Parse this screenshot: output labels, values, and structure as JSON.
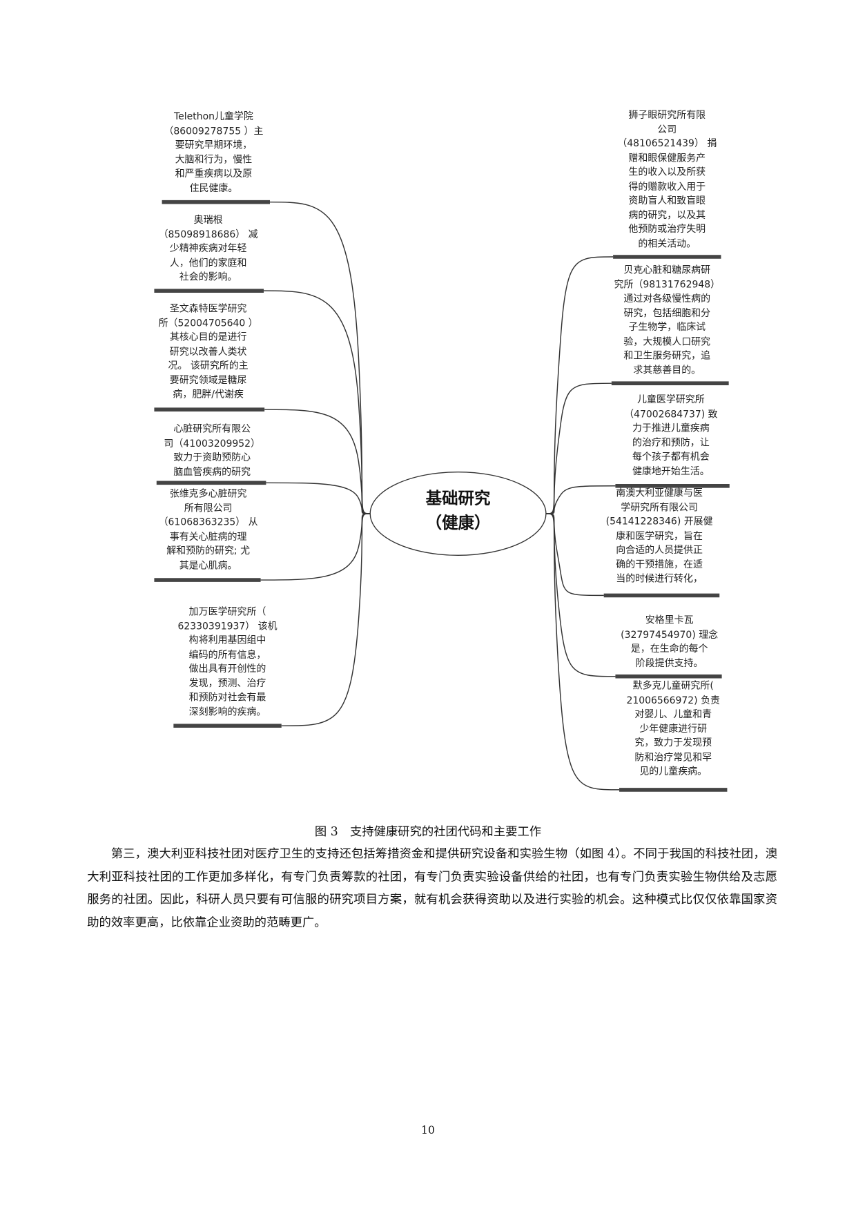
{
  "diagram": {
    "center": {
      "line1": "基础研究",
      "line2": "（健康）"
    },
    "left_nodes": [
      {
        "lines": [
          "Telethon儿童学院",
          "（86009278755 ）主",
          "要研究早期环境，",
          "大脑和行为，慢性",
          "和严重疾病以及原",
          "住民健康。"
        ]
      },
      {
        "lines": [
          "奥瑞根",
          "（85098918686） 减",
          "少精神疾病对年轻",
          "人，他们的家庭和",
          "社会的影响。"
        ]
      },
      {
        "lines": [
          "圣文森特医学研究",
          "所（52004705640 ）",
          "其核心目的是进行",
          "研究以改善人类状",
          "况。 该研究所的主",
          "要研究领域是糖尿",
          "病，肥胖/代谢疾"
        ]
      },
      {
        "lines": [
          "心脏研究所有限公",
          "司（41003209952）",
          "致力于资助预防心",
          "脑血管疾病的研究"
        ]
      },
      {
        "lines": [
          "张维克多心脏研究",
          "所有限公司",
          "（61068363235） 从",
          "事有关心脏病的理",
          "解和预防的研究; 尤",
          "其是心肌病。"
        ]
      },
      {
        "lines": [
          "加万医学研究所（",
          "62330391937） 该机",
          "构将利用基因组中",
          "编码的所有信息，",
          "做出具有开创性的",
          "发现，预测、治疗",
          "和预防对社会有最",
          "深刻影响的疾病。"
        ]
      }
    ],
    "right_nodes": [
      {
        "lines": [
          "狮子眼研究所有限",
          "公司",
          "（48106521439） 捐",
          "赠和眼保健服务产",
          "生的收入以及所获",
          "得的赠款收入用于",
          "资助盲人和致盲眼",
          "病的研究，以及其",
          "他预防或治疗失明",
          "的相关活动。"
        ]
      },
      {
        "lines": [
          "贝克心脏和糖尿病研",
          "究所（98131762948）",
          "通过对各级慢性病的",
          "研究，包括细胞和分",
          "子生物学，临床试",
          "验，大规模人口研究",
          "和卫生服务研究，追",
          "求其慈善目的。"
        ]
      },
      {
        "lines": [
          "儿童医学研究所",
          "（47002684737) 致",
          "力于推进儿童疾病",
          "的治疗和预防，让",
          "每个孩子都有机会",
          "健康地开始生活。"
        ]
      },
      {
        "lines": [
          "南澳大利亚健康与医",
          "学研究所有限公司",
          "(54141228346) 开展健",
          "康和医学研究，旨在",
          "向合适的人员提供正",
          "确的干预措施，在适",
          "当的时候进行转化，"
        ]
      },
      {
        "lines": [
          "安格里卡瓦",
          "(32797454970) 理念",
          "是，在生命的每个",
          "阶段提供支持。"
        ]
      },
      {
        "lines": [
          "默多克儿童研究所(",
          "21006566972) 负责",
          "对婴儿、儿童和青",
          "少年健康进行研",
          "究，致力于发现预",
          "防和治疗常见和罕",
          "见的儿童疾病。"
        ]
      }
    ]
  },
  "caption": "图 3　支持健康研究的社团代码和主要工作",
  "paragraph": "第三，澳大利亚科技社团对医疗卫生的支持还包括筹措资金和提供研究设备和实验生物（如图 4）。不同于我国的科技社团，澳大利亚科技社团的工作更加多样化，有专门负责筹款的社团，有专门负责实验设备供给的社团，也有专门负责实验生物供给及志愿服务的社团。因此，科研人员只要有可信服的研究项目方案，就有机会获得资助以及进行实验的机会。这种模式比仅仅依靠国家资助的效率更高，比依靠企业资助的范畴更广。",
  "page_number": "10"
}
